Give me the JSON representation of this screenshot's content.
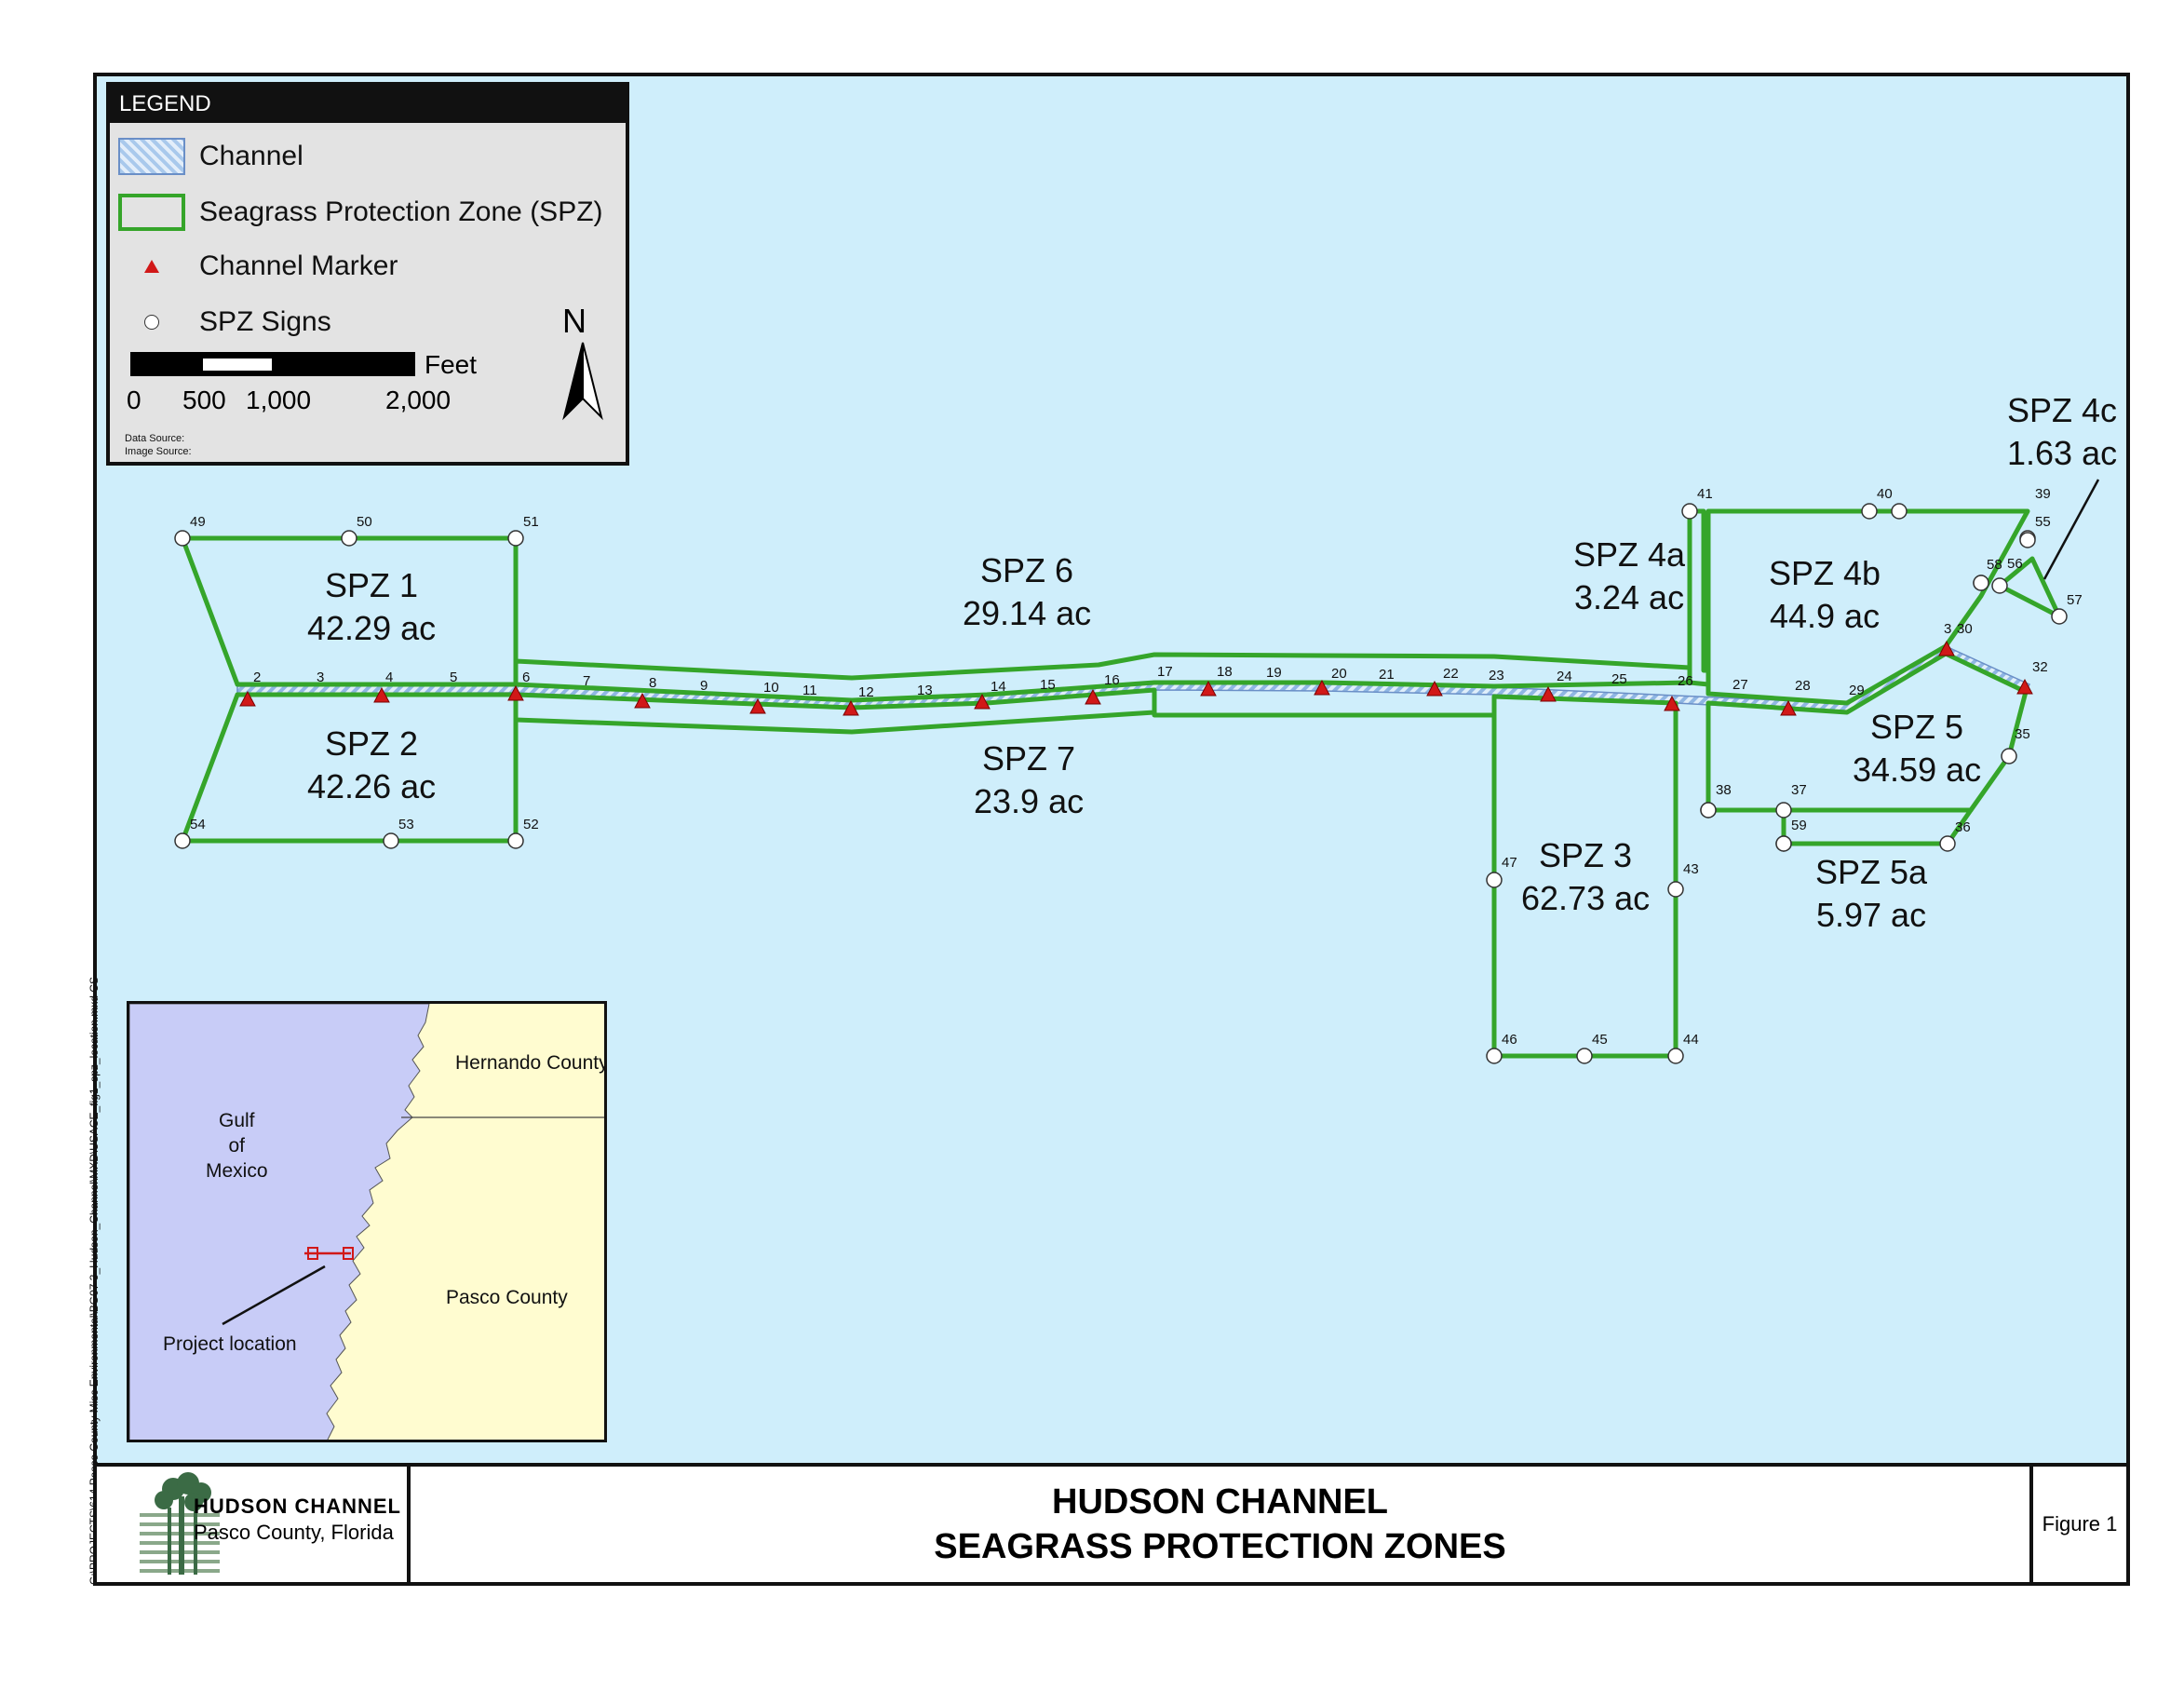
{
  "colors": {
    "water": "#cfeefb",
    "spz_line": "#35a52a",
    "channel": "#8fb6e3",
    "marker": "#d11818",
    "inset_gulf": "#c8ccf7",
    "inset_land": "#fffcd0"
  },
  "legend": {
    "header": "LEGEND",
    "items": [
      {
        "label": "Channel",
        "symbol": "hatched-channel-swatch"
      },
      {
        "label": "Seagrass Protection Zone (SPZ)",
        "symbol": "green-outline-swatch"
      },
      {
        "label": "Channel Marker",
        "symbol": "red-triangle-icon"
      },
      {
        "label": "SPZ Signs",
        "symbol": "white-circle-icon"
      }
    ],
    "scale": {
      "unit": "Feet",
      "ticks": [
        "0",
        "500",
        "1,000",
        "2,000"
      ]
    },
    "data_source": "Data Source:",
    "image_source": "Image Source:",
    "north": "N"
  },
  "zones": [
    {
      "name": "SPZ 1",
      "area": "42.29 ac"
    },
    {
      "name": "SPZ 2",
      "area": "42.26 ac"
    },
    {
      "name": "SPZ 6",
      "area": "29.14 ac"
    },
    {
      "name": "SPZ 7",
      "area": "23.9 ac"
    },
    {
      "name": "SPZ 4a",
      "area": "3.24 ac"
    },
    {
      "name": "SPZ 4b",
      "area": "44.9 ac"
    },
    {
      "name": "SPZ 4c",
      "area": "1.63 ac"
    },
    {
      "name": "SPZ 5",
      "area": "34.59 ac"
    },
    {
      "name": "SPZ 3",
      "area": "62.73 ac"
    },
    {
      "name": "SPZ 5a",
      "area": "5.97 ac"
    }
  ],
  "sign_labels": [
    "2",
    "3",
    "4",
    "5",
    "6",
    "7",
    "8",
    "9",
    "10",
    "11",
    "12",
    "13",
    "14",
    "15",
    "16",
    "17",
    "18",
    "19",
    "20",
    "21",
    "22",
    "23",
    "24",
    "25",
    "26",
    "27",
    "28",
    "29",
    "3",
    "30",
    "32",
    "35",
    "36",
    "37",
    "38",
    "39",
    "40",
    "41",
    "43",
    "44",
    "45",
    "46",
    "47",
    "49",
    "50",
    "51",
    "52",
    "53",
    "54",
    "55",
    "56",
    "57",
    "58",
    "59"
  ],
  "inset": {
    "gulf": "Gulf\nof\nMexico",
    "hernando": "Hernando County",
    "pasco": "Pasco County",
    "project": "Project location"
  },
  "side_path": "G:\\PROJECTS\\614 Pasco County Misc Environmental\\BG07 3_Hudson_Channel\\MXD\\USACE_fig1_spz_location.mxd  CS",
  "title_block": {
    "logo_line1": "HUDSON CHANNEL",
    "logo_line2": "Pasco County, Florida",
    "title_line1": "HUDSON CHANNEL",
    "title_line2": "SEAGRASS PROTECTION ZONES",
    "figure": "Figure 1"
  }
}
